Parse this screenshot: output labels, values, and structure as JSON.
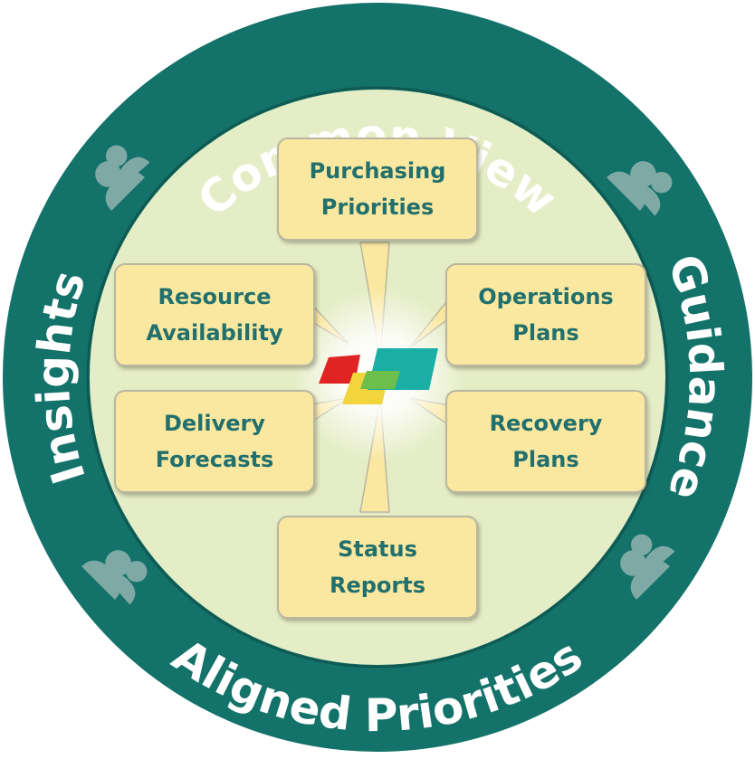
{
  "ring": {
    "top": "Common View",
    "right": "Guidance",
    "bottom": "Aligned Priorities",
    "left": "Insights"
  },
  "boxes": {
    "purchasing": {
      "line1": "Purchasing",
      "line2": "Priorities"
    },
    "resource": {
      "line1": "Resource",
      "line2": "Availability"
    },
    "operations": {
      "line1": "Operations",
      "line2": "Plans"
    },
    "delivery": {
      "line1": "Delivery",
      "line2": "Forecasts"
    },
    "recovery": {
      "line1": "Recovery",
      "line2": "Plans"
    },
    "status": {
      "line1": "Status",
      "line2": "Reports"
    }
  },
  "colors": {
    "ring": "#137269",
    "inner": "#e5edc6",
    "box_fill": "#fae8a0",
    "box_text": "#22706d",
    "people_icon": "#7fa9a5",
    "logo_red": "#e02424",
    "logo_teal": "#1aaea4",
    "logo_yellow": "#f2d43c",
    "logo_green": "#6cbf4a"
  },
  "icons": [
    "people-icon",
    "logo-icon"
  ]
}
